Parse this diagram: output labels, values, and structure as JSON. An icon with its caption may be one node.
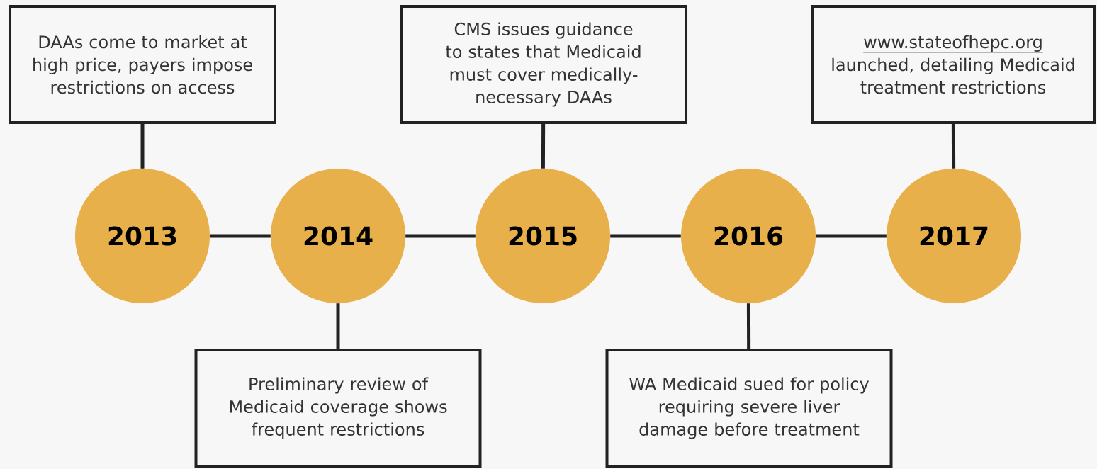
{
  "diagram": {
    "nodes": [
      {
        "text": [
          "DAAs come to market at high price, payers impose restrictions on access"
        ]
      },
      {
        "text": [
          "CMS issues guidance to states that Medicaid must cover medically-necessary DAAs"
        ]
      },
      {
        "text": [
          "www.stateofhepc.org",
          "launched, detailing Medicaid treatment restrictions"
        ]
      },
      {
        "text": [
          "2013"
        ]
      },
      {
        "text": [
          "2014"
        ]
      },
      {
        "text": [
          "2015"
        ]
      },
      {
        "text": [
          "2016"
        ]
      },
      {
        "text": [
          "2017"
        ]
      },
      {
        "text": [
          "Preliminary review of Medicaid coverage shows frequent restrictions"
        ]
      },
      {
        "text": [
          "WA Medicaid sued for policy requiring severe liver damage before treatment"
        ]
      }
    ],
    "edges": [
      {
        "from": 0,
        "to": 3,
        "arrow": "none"
      },
      {
        "from": 1,
        "to": 5,
        "arrow": "none"
      },
      {
        "from": 2,
        "to": 7,
        "arrow": "none"
      },
      {
        "from": 4,
        "to": 8,
        "arrow": "none"
      },
      {
        "from": 6,
        "to": 9,
        "arrow": "none"
      },
      {
        "from": 3,
        "to": 4,
        "arrow": "none"
      },
      {
        "from": 4,
        "to": 5,
        "arrow": "none"
      },
      {
        "from": 5,
        "to": 6,
        "arrow": "none"
      },
      {
        "from": 6,
        "to": 7,
        "arrow": "none"
      }
    ]
  }
}
